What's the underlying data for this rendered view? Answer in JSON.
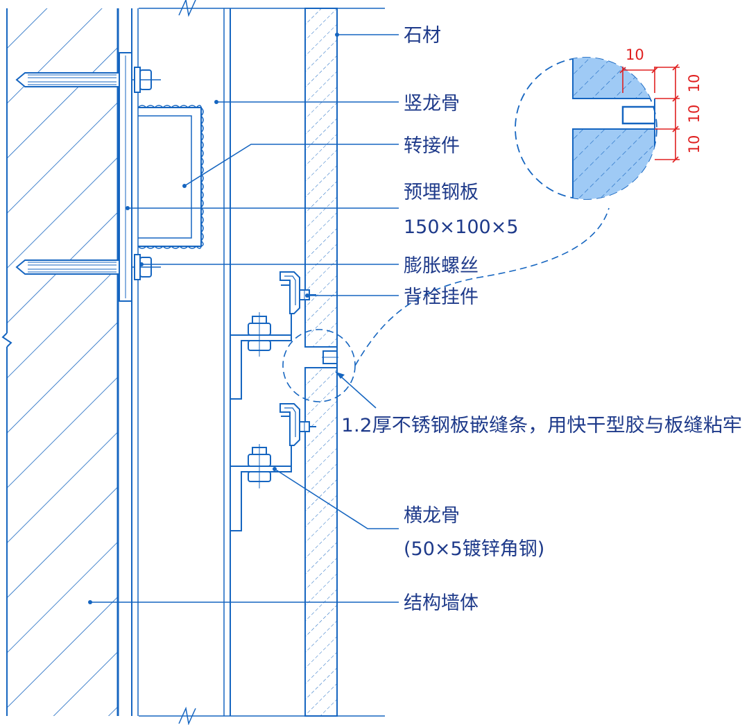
{
  "colors": {
    "line": "#1565c0",
    "text": "#1e3a8a",
    "stone_fill": "#9fcaf5",
    "dimension": "#e02020",
    "background": "#ffffff"
  },
  "labels": {
    "stone": "石材",
    "vertical_keel": "竖龙骨",
    "adapter": "转接件",
    "embedded_plate": "预埋钢板",
    "embedded_plate_size": "150×100×5",
    "expansion_bolt": "膨胀螺丝",
    "back_bolt_hanger": "背栓挂件",
    "joint_strip": "1.2厚不锈钢板嵌缝条，用快干型胶与板缝粘牢",
    "horizontal_keel": "横龙骨",
    "horizontal_keel_spec": "(50×5镀锌角钢)",
    "structural_wall": "结构墙体"
  },
  "detail_dimensions": {
    "gap_width": "10",
    "stack_1": "10",
    "stack_2": "10",
    "stack_3": "10"
  }
}
